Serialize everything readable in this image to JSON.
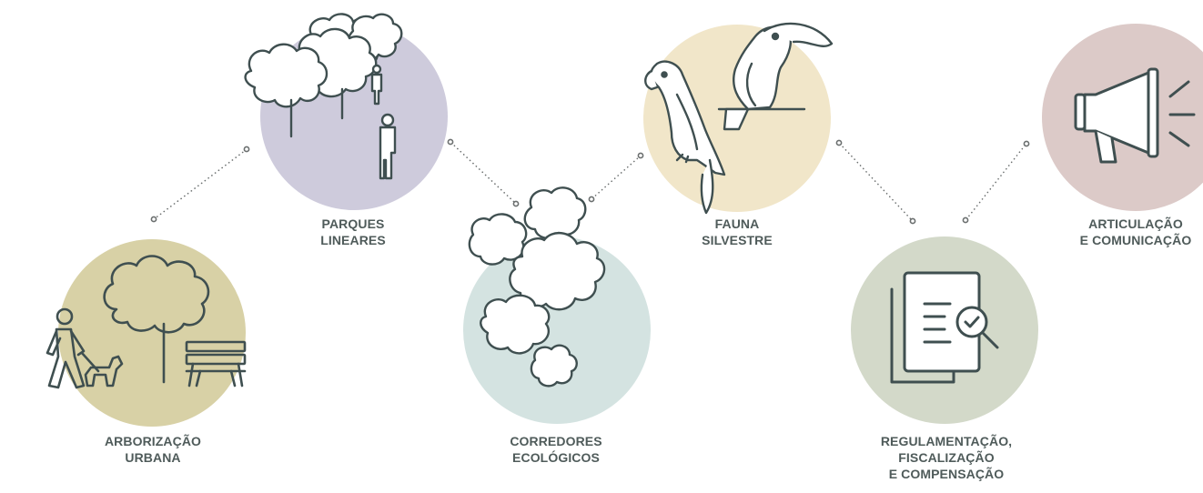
{
  "items": [
    {
      "id": "arborizacao",
      "lines": [
        "ARBORIZAÇÃO",
        "URBANA"
      ],
      "circle_color": "#d8d1a6"
    },
    {
      "id": "parques",
      "lines": [
        "PARQUES",
        "LINEARES"
      ],
      "circle_color": "#cecbdc"
    },
    {
      "id": "corredores",
      "lines": [
        "CORREDORES",
        "ECOLÓGICOS"
      ],
      "circle_color": "#d4e3e1"
    },
    {
      "id": "fauna",
      "lines": [
        "FAUNA",
        "SILVESTRE"
      ],
      "circle_color": "#f1e6c9"
    },
    {
      "id": "regulamentacao",
      "lines": [
        "REGULAMENTAÇÃO,",
        "FISCALIZAÇÃO",
        "E COMPENSAÇÃO"
      ],
      "circle_color": "#d3d9c9"
    },
    {
      "id": "articulacao",
      "lines": [
        "ARTICULAÇÃO",
        "E COMUNICAÇÃO"
      ],
      "circle_color": "#dccac8"
    }
  ],
  "colors": {
    "stroke": "#3f4f50",
    "text": "#4f5b5a",
    "connector": "#6b6f6f"
  },
  "icons": [
    "walker-dog-tree-bench-icon",
    "park-trees-people-icon",
    "forest-canopy-icon",
    "parrot-toucan-icon",
    "document-magnifier-icon",
    "megaphone-icon"
  ]
}
